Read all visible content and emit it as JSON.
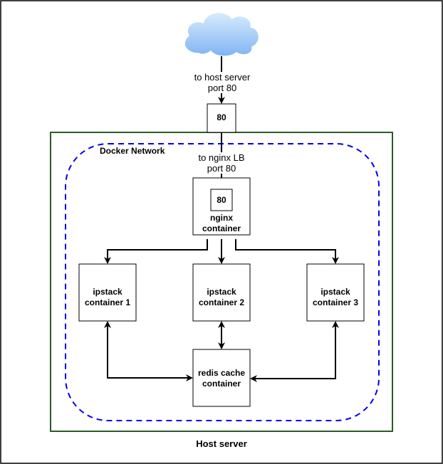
{
  "diagram": {
    "colors": {
      "host_border": "#2d5a27",
      "docker_network_border": "#0000ee",
      "box_border": "#000000",
      "edge": "#000000",
      "cloud_top": "#d8ecfc",
      "cloud_bottom": "#7fb4f2"
    },
    "nodes": {
      "internet": {
        "shape": "cloud-icon",
        "label": ""
      },
      "host_port": {
        "label": "80"
      },
      "host_server": {
        "label": "Host server"
      },
      "docker_network": {
        "label": "Docker Network"
      },
      "nginx": {
        "label_line1": "nginx",
        "label_line2": "container",
        "port_label": "80"
      },
      "ipstack1": {
        "label_line1": "ipstack",
        "label_line2": "container 1"
      },
      "ipstack2": {
        "label_line1": "ipstack",
        "label_line2": "container 2"
      },
      "ipstack3": {
        "label_line1": "ipstack",
        "label_line2": "container 3"
      },
      "redis": {
        "label_line1": "redis cache",
        "label_line2": "container"
      }
    },
    "edges": [
      {
        "from": "internet",
        "to": "host_port",
        "label_line1": "to host server",
        "label_line2": "port 80",
        "direction": "forward"
      },
      {
        "from": "host_port",
        "to": "nginx",
        "label_line1": "to nginx LB",
        "label_line2": "port 80",
        "direction": "forward"
      },
      {
        "from": "nginx",
        "to": "ipstack1",
        "direction": "forward"
      },
      {
        "from": "nginx",
        "to": "ipstack2",
        "direction": "forward"
      },
      {
        "from": "nginx",
        "to": "ipstack3",
        "direction": "forward"
      },
      {
        "from": "ipstack1",
        "to": "redis",
        "direction": "both"
      },
      {
        "from": "ipstack2",
        "to": "redis",
        "direction": "both"
      },
      {
        "from": "ipstack3",
        "to": "redis",
        "direction": "both"
      }
    ]
  }
}
